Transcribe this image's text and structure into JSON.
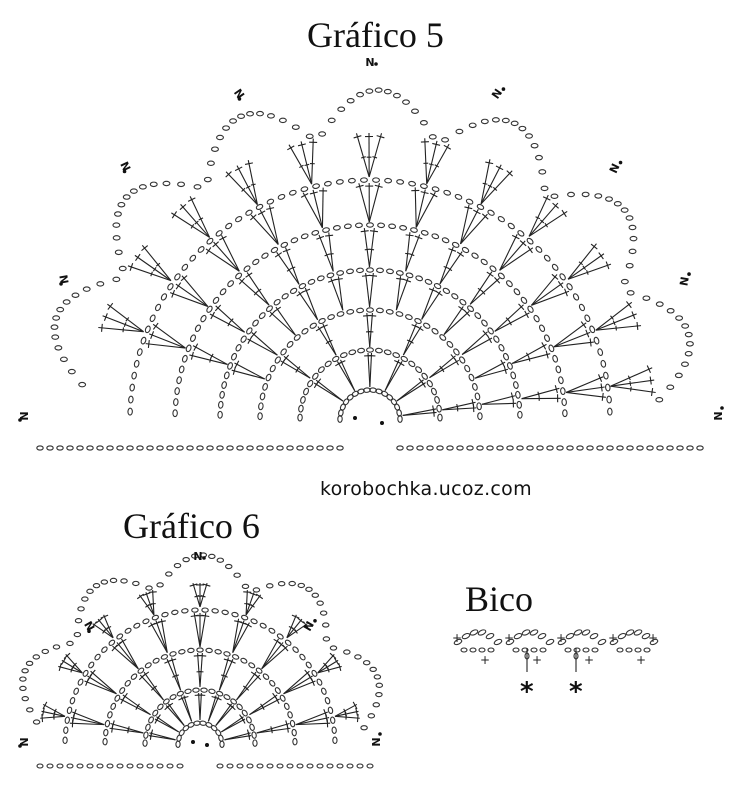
{
  "titles": {
    "grafico5": "Gráfico 5",
    "grafico6": "Gráfico 6",
    "bico": "Bico"
  },
  "website": "korobochka.ucoz.com",
  "marker_label": "N",
  "bico_marker": "*"
}
